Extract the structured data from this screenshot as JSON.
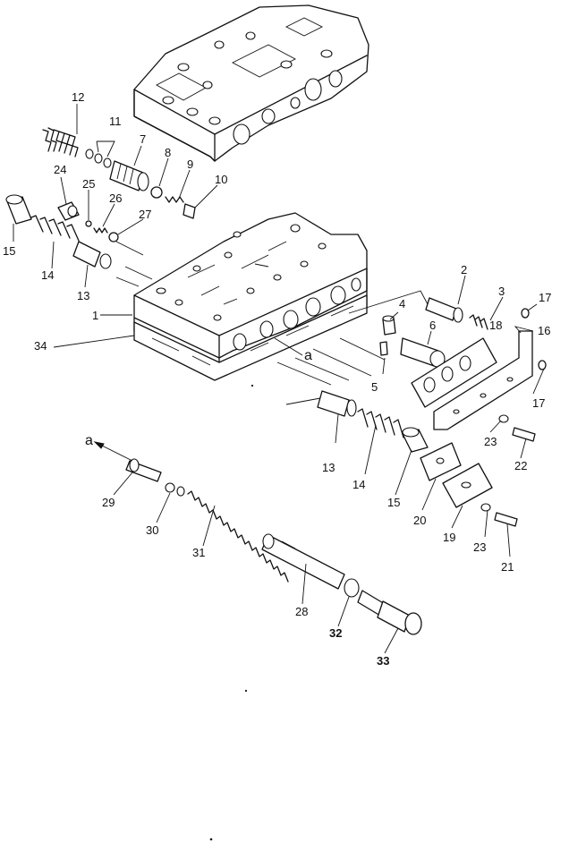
{
  "labels": {
    "p1": "1",
    "p2": "2",
    "p3": "3",
    "p4": "4",
    "p5": "5",
    "p6": "6",
    "p7": "7",
    "p8": "8",
    "p9": "9",
    "p10": "10",
    "p11": "11",
    "p12": "12",
    "p13a": "13",
    "p13b": "13",
    "p14a": "14",
    "p14b": "14",
    "p15a": "15",
    "p15b": "15",
    "p16": "16",
    "p17a": "17",
    "p17b": "17",
    "p18": "18",
    "p19": "19",
    "p20": "20",
    "p21": "21",
    "p22": "22",
    "p23a": "23",
    "p23b": "23",
    "p24": "24",
    "p25": "25",
    "p26": "26",
    "p27": "27",
    "p28": "28",
    "p29": "29",
    "p30": "30",
    "p31": "31",
    "p32": "32",
    "p33": "33",
    "p34": "34",
    "ref_a_body": "a",
    "ref_a_arrow": "a"
  }
}
